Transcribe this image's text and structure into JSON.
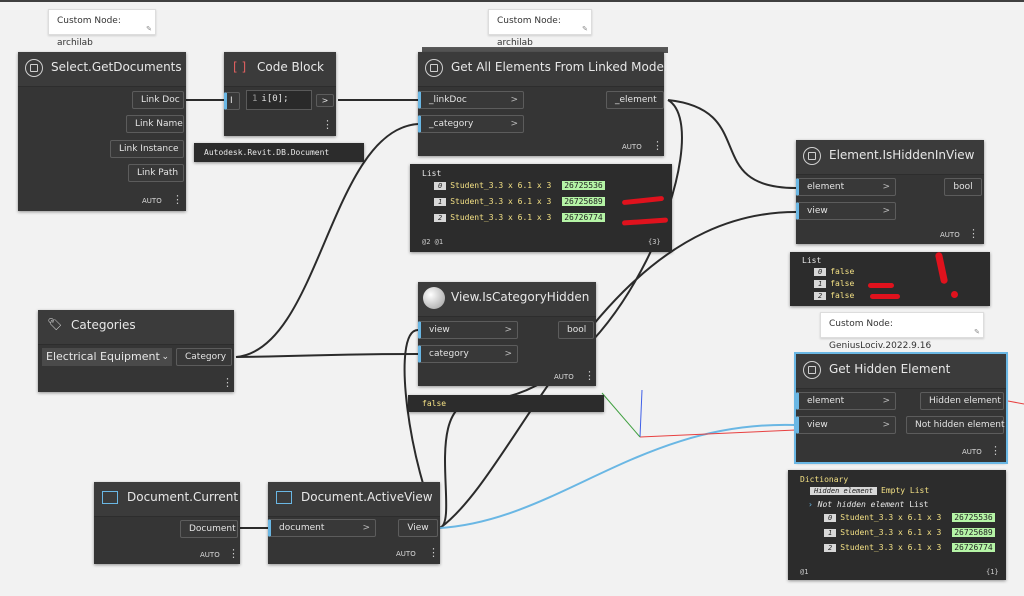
{
  "tags": {
    "archilab_1": "Custom Node: archilab",
    "archilab_2": "Custom Node: archilab",
    "genius": "Custom Node: GeniusLociv.2022.9.16"
  },
  "common": {
    "auto": "AUTO",
    "menu": "⋮"
  },
  "select_docs": {
    "title": "Select.GetDocuments",
    "outputs": [
      "Link Doc",
      "Link Name",
      "Link Instance",
      "Link Path"
    ]
  },
  "code_block": {
    "title": "Code Block",
    "port": "I",
    "line_no": "1",
    "code": "i[0];",
    "out": ">",
    "tooltip": "Autodesk.Revit.DB.Document"
  },
  "get_all": {
    "title": "Get All Elements From Linked Model",
    "inputs": [
      "_linkDoc",
      "_category"
    ],
    "output": "_element"
  },
  "preview_elements": {
    "header": "List",
    "rows": [
      {
        "idx": "0",
        "name": "Student_3.3 x 6.1 x 3",
        "id": "26725536"
      },
      {
        "idx": "1",
        "name": "Student_3.3 x 6.1 x 3",
        "id": "26725689"
      },
      {
        "idx": "2",
        "name": "Student_3.3 x 6.1 x 3",
        "id": "26726774"
      }
    ],
    "levels": "@2 @1",
    "count": "{3}"
  },
  "is_hidden": {
    "title": "Element.IsHiddenInView",
    "inputs": [
      "element",
      "view"
    ],
    "output": "bool"
  },
  "preview_hidden": {
    "header": "List",
    "rows": [
      {
        "idx": "0",
        "value": "false"
      },
      {
        "idx": "1",
        "value": "false"
      },
      {
        "idx": "2",
        "value": "false"
      }
    ]
  },
  "categories": {
    "title": "Categories",
    "selected": "Electrical Equipment",
    "output": "Category"
  },
  "cat_hidden": {
    "title": "View.IsCategoryHidden",
    "inputs": [
      "view",
      "category"
    ],
    "output": "bool",
    "preview": "false"
  },
  "hidden_element": {
    "title": "Get Hidden Element",
    "inputs": [
      "element",
      "view"
    ],
    "outputs": [
      "Hidden element",
      "Not hidden element"
    ]
  },
  "dict_preview": {
    "header": "Dictionary",
    "hidden_key": "Hidden element",
    "hidden_value": "Empty List",
    "not_hidden_key": "Not hidden element",
    "not_hidden_type": "List",
    "rows": [
      {
        "idx": "0",
        "name": "Student_3.3 x 6.1 x 3",
        "id": "26725536"
      },
      {
        "idx": "1",
        "name": "Student_3.3 x 6.1 x 3",
        "id": "26725689"
      },
      {
        "idx": "2",
        "name": "Student_3.3 x 6.1 x 3",
        "id": "26726774"
      }
    ],
    "levels": "@1",
    "count": "{1}"
  },
  "doc_current": {
    "title": "Document.Current",
    "output": "Document"
  },
  "active_view": {
    "title": "Document.ActiveView",
    "input": "document",
    "output": "View"
  },
  "colors": {
    "wire": "#2b2b2b",
    "wire_selected": "#6ab7e4",
    "port_accent": "#6ab7e4",
    "highlight_id": "#b5f4a6",
    "annotation": "#e0121d"
  }
}
